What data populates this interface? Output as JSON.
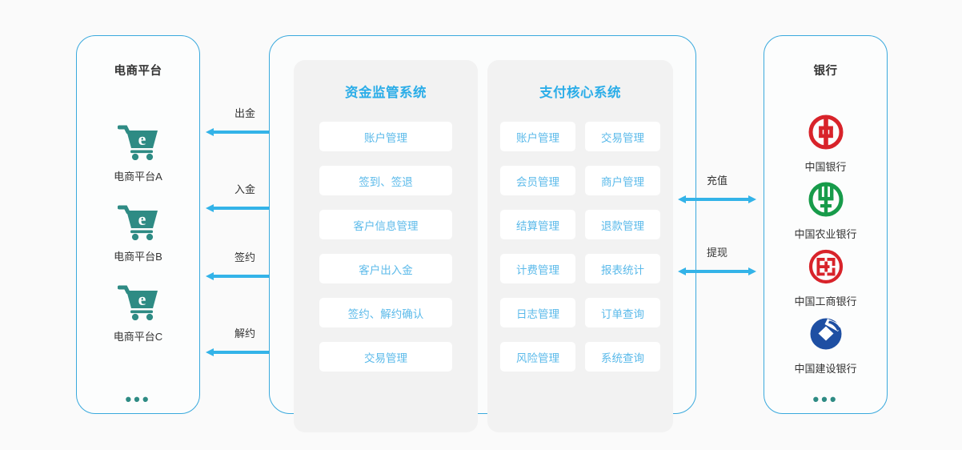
{
  "colors": {
    "page_bg": "#fafafa",
    "panel_border": "#3aa9dd",
    "subsystem_bg": "#f2f2f2",
    "card_bg": "#ffffff",
    "card_text": "#5bbaea",
    "title_blue": "#2bade8",
    "arrow_blue": "#33b3e8",
    "cart_teal": "#2e8b84",
    "boc_red": "#d8232a",
    "abc_green": "#179b4a",
    "icbc_red": "#d8232a",
    "ccb_blue": "#1e4fa3"
  },
  "ecommerce": {
    "title": "电商平台",
    "items": [
      {
        "label": "电商平台A",
        "icon": "shopping-cart-e-icon"
      },
      {
        "label": "电商平台B",
        "icon": "shopping-cart-e-icon"
      },
      {
        "label": "电商平台C",
        "icon": "shopping-cart-e-icon"
      }
    ],
    "more": "•••"
  },
  "left_flows": [
    {
      "label": "出金"
    },
    {
      "label": "入金"
    },
    {
      "label": "签约"
    },
    {
      "label": "解约"
    }
  ],
  "right_flows": [
    {
      "label": "充值"
    },
    {
      "label": "提现"
    }
  ],
  "subsystems": [
    {
      "title": "资金监管系统",
      "layout": "one-column",
      "cards": [
        "账户管理",
        "签到、签退",
        "客户信息管理",
        "客户出入金",
        "签约、解约确认",
        "交易管理"
      ]
    },
    {
      "title": "支付核心系统",
      "layout": "two-column",
      "cards": [
        "账户管理",
        "交易管理",
        "会员管理",
        "商户管理",
        "结算管理",
        "退款管理",
        "计费管理",
        "报表统计",
        "日志管理",
        "订单查询",
        "风险管理",
        "系统查询"
      ]
    }
  ],
  "banks": {
    "title": "银行",
    "items": [
      {
        "label": "中国银行",
        "icon": "bank-of-china-logo"
      },
      {
        "label": "中国农业银行",
        "icon": "agricultural-bank-of-china-logo"
      },
      {
        "label": "中国工商银行",
        "icon": "icbc-logo"
      },
      {
        "label": "中国建设银行",
        "icon": "ccb-logo"
      }
    ],
    "more": "•••"
  }
}
